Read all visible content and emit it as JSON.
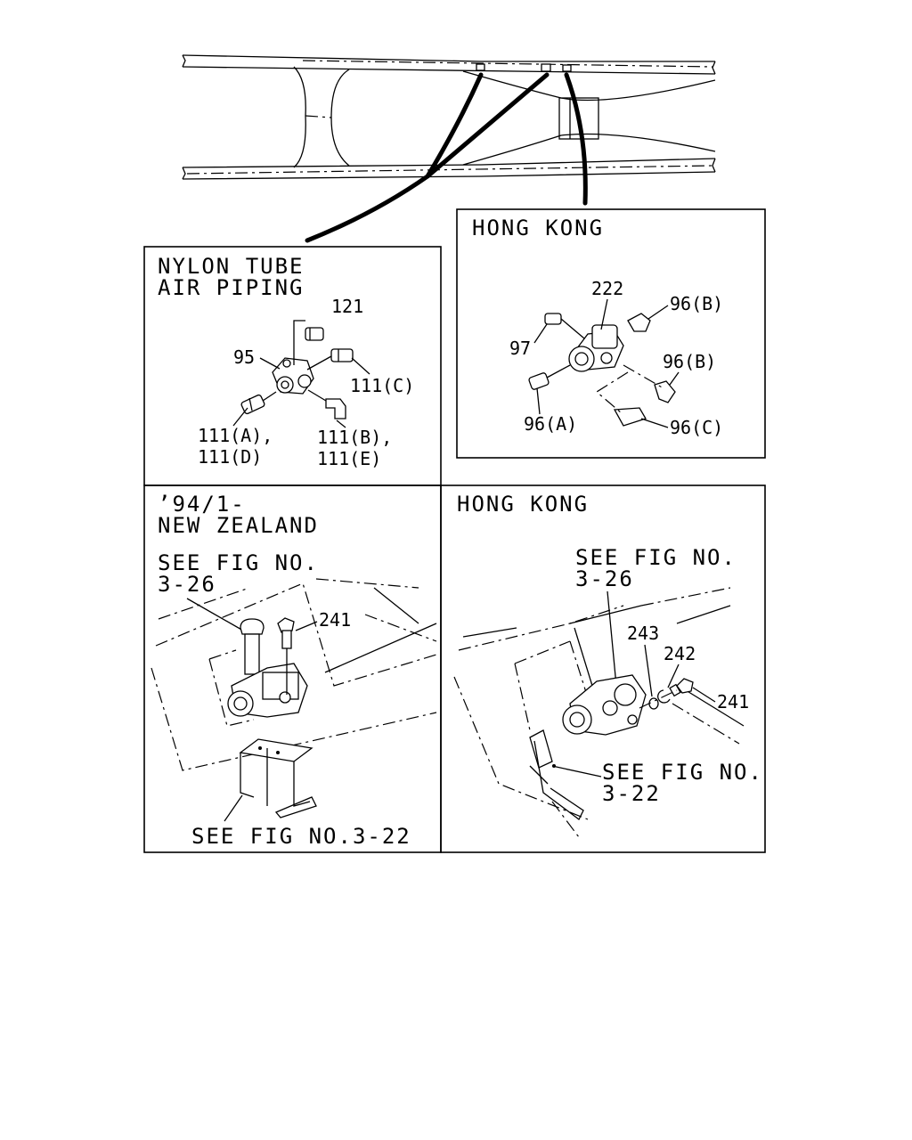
{
  "panels": {
    "nylon_tube": {
      "title_line1": "NYLON TUBE",
      "title_line2": "AIR PIPING",
      "labels": {
        "p121": "121",
        "p95": "95",
        "p111c": "111(C)",
        "p111a": "111(A),",
        "p111d": "111(D)",
        "p111b": "111(B),",
        "p111e": "111(E)"
      }
    },
    "hong_kong_top": {
      "title": "HONG KONG",
      "labels": {
        "p222": "222",
        "p96b_1": "96(B)",
        "p97": "97",
        "p96b_2": "96(B)",
        "p96a": "96(A)",
        "p96c": "96(C)"
      }
    },
    "new_zealand": {
      "title_line1": "’94/1-",
      "title_line2": "NEW ZEALAND",
      "ref1_line1": "SEE FIG NO.",
      "ref1_line2": "3-26",
      "p241": "241",
      "ref2": "SEE FIG NO.3-22"
    },
    "hong_kong_bottom": {
      "title": "HONG KONG",
      "ref1_line1": "SEE FIG NO.",
      "ref1_line2": "3-26",
      "p243": "243",
      "p242": "242",
      "p241": "241",
      "ref2_line1": "SEE FIG NO.",
      "ref2_line2": "3-22"
    }
  }
}
